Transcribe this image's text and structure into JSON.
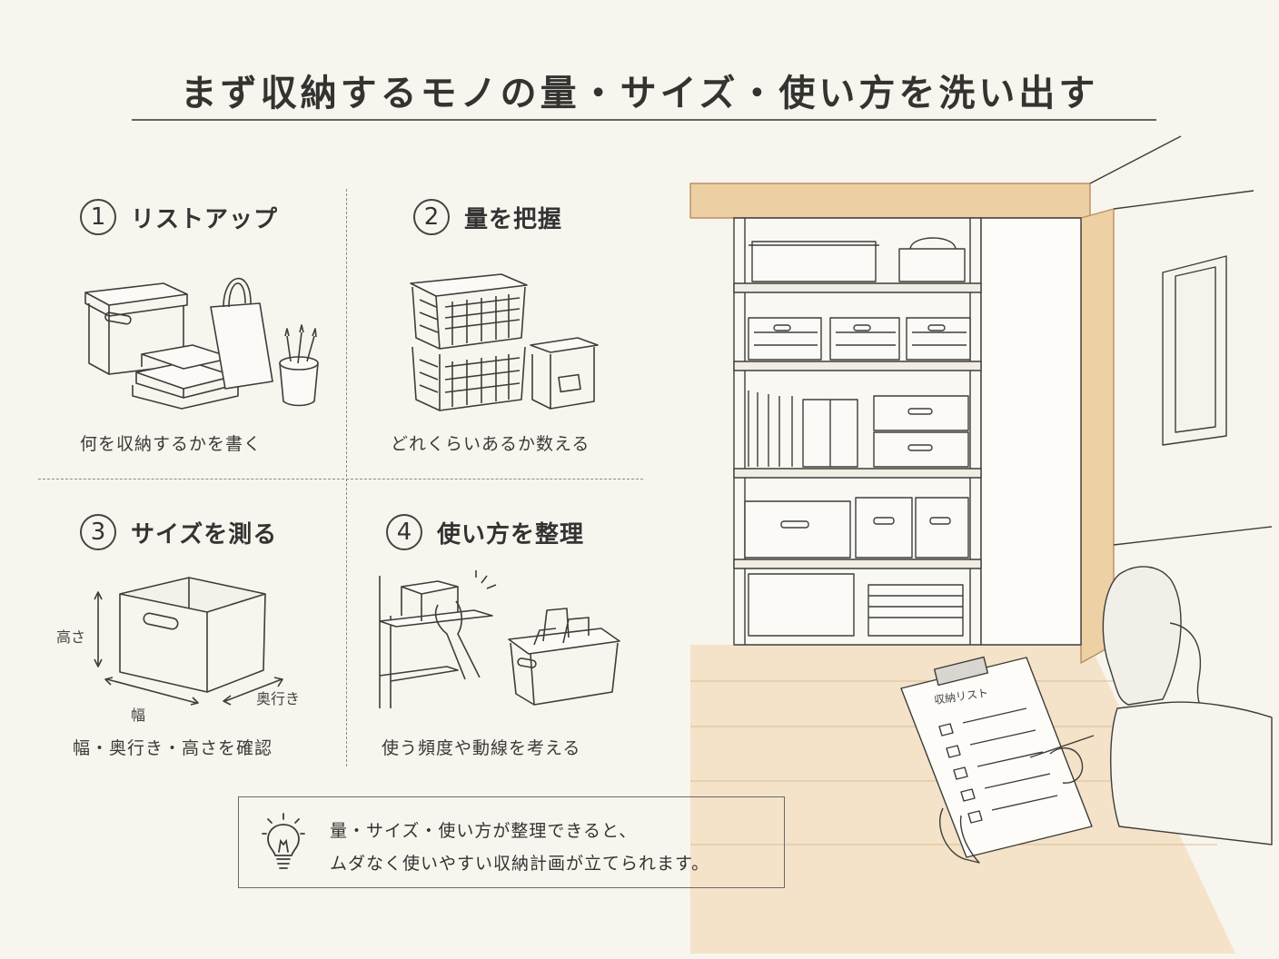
{
  "title": "まず収納するモノの量・サイズ・使い方を洗い出す",
  "steps": [
    {
      "num": "1",
      "title": "リストアップ",
      "caption": "何を収納するかを書く"
    },
    {
      "num": "2",
      "title": "量を把握",
      "caption": "どれくらいあるか数える"
    },
    {
      "num": "3",
      "title": "サイズを測る",
      "caption": "幅・奥行き・高さを確認"
    },
    {
      "num": "4",
      "title": "使い方を整理",
      "caption": "使う頻度や動線を考える"
    }
  ],
  "measure": {
    "height": "高さ",
    "width": "幅",
    "depth": "奥行き"
  },
  "tip": {
    "line1": "量・サイズ・使い方が整理できると、",
    "line2": "ムダなく使いやすい収納計画が立てられます。"
  },
  "clipboard": {
    "title": "収納リスト"
  },
  "icons": {
    "tip": "lightbulb-icon"
  },
  "colors": {
    "background": "#f8f5ee",
    "wood": "#e9c99b",
    "ink": "#3a3a38"
  }
}
